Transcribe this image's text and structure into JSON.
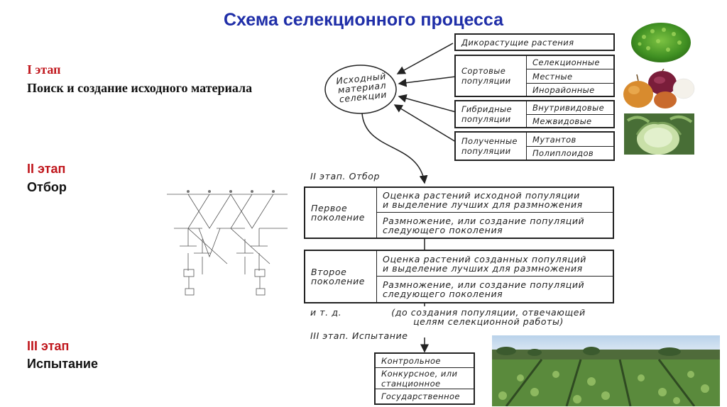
{
  "title": "Схема селекционного процесса",
  "stages": [
    {
      "label": "I этап",
      "desc": "Поиск и создание исходного материала"
    },
    {
      "label": "II этап",
      "desc": "Отбор"
    },
    {
      "label": "III этап",
      "desc": "Испытание"
    }
  ],
  "diagram": {
    "source_node": [
      "Исходный",
      "материал",
      "селекции"
    ],
    "wild_plants": "Дикорастущие растения",
    "varietal": {
      "label": [
        "Сортовые",
        "популяции"
      ],
      "items": [
        "Селекционные",
        "Местные",
        "Инорайонные"
      ]
    },
    "hybrid": {
      "label": [
        "Гибридные",
        "популяции"
      ],
      "items": [
        "Внутривидовые",
        "Межвидовые"
      ]
    },
    "obtained": {
      "label": [
        "Полученные",
        "популяции"
      ],
      "items": [
        "Мутантов",
        "Полиплоидов"
      ]
    },
    "stage2_heading": "II этап.   Отбор",
    "gen1": {
      "label": [
        "Первое",
        "поколение"
      ],
      "items": [
        [
          "Оценка растений исходной популяции",
          "и выделение лучших для размножения"
        ],
        [
          "Размножение, или создание популяций",
          "следующего поколения"
        ]
      ]
    },
    "gen2": {
      "label": [
        "Второе",
        "поколение"
      ],
      "items": [
        [
          "Оценка растений созданных популяций",
          "и выделение лучших для размножения"
        ],
        [
          "Размножение, или создание популяций",
          "следующего поколения"
        ]
      ]
    },
    "etc_label": "и т. д.",
    "etc_note": [
      "(до создания популяции, отвечающей",
      "целям селекционной работы)"
    ],
    "stage3_heading": "III этап.   Испытание",
    "trials": [
      "Контрольное",
      [
        "Конкурсное, или",
        "станционное"
      ],
      "Государственное"
    ]
  },
  "icons": {
    "photo1": "microgreens-photo-icon",
    "photo2": "onions-photo-icon",
    "photo3": "cabbage-photo-icon",
    "photo4": "cabbage-field-photo-icon",
    "pedigree": "pedigree-scheme-icon"
  },
  "colors": {
    "title": "#1f2ea8",
    "stage_label": "#c0161c"
  }
}
